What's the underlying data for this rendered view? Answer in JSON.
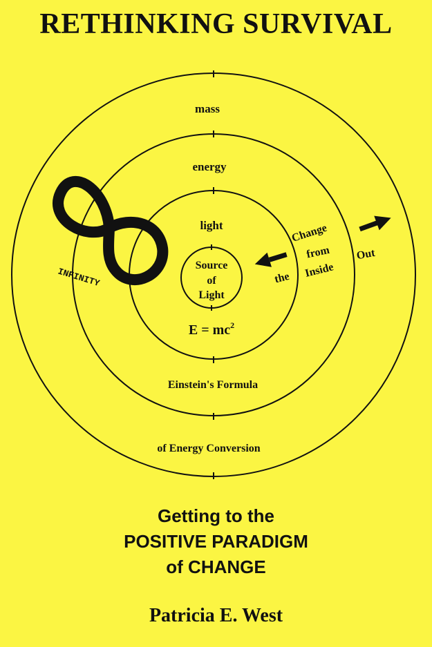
{
  "cover": {
    "title": "RETHINKING SURVIVAL",
    "subtitle_lines": [
      "Getting to the",
      "POSITIVE PARADIGM",
      "of CHANGE"
    ],
    "author": "Patricia E. West",
    "background_color": "#fbf543"
  },
  "diagram": {
    "rings": {
      "mass": "mass",
      "energy": "energy",
      "light": "light",
      "center": [
        "Source",
        "of",
        "Light"
      ]
    },
    "formula": {
      "base": "E = mc",
      "exponent": "2"
    },
    "formula_caption": "Einstein's Formula",
    "conversion_caption": "of Energy Conversion",
    "infinity_label": "INFINITY",
    "change_words": [
      "Change",
      "from",
      "the",
      "Inside",
      "Out"
    ]
  }
}
